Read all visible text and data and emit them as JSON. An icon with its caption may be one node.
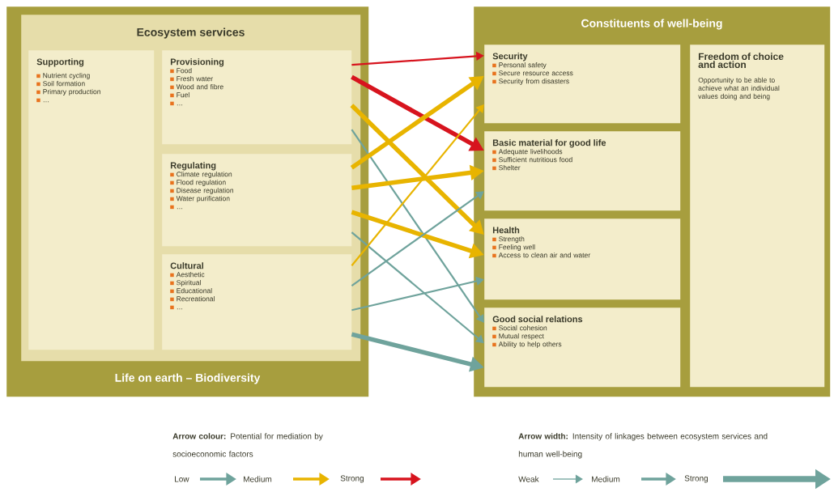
{
  "diagram": {
    "nodes": [
      {
        "text": [
          "Life on earth – Biodiversity"
        ]
      },
      {
        "text": [
          "Ecosystem services"
        ],
        "in": 0
      },
      {
        "text": [
          "Supporting",
          "Nutrient cycling",
          "Soil formation",
          "Primary production",
          "…"
        ],
        "in": 1
      },
      {
        "text": [
          "Provisioning",
          "Food",
          "Fresh water",
          "Wood and fibre",
          "Fuel",
          "…"
        ],
        "in": 1
      },
      {
        "text": [
          "Regulating",
          "Climate regulation",
          "Flood regulation",
          "Disease regulation",
          "Water purification",
          "…"
        ],
        "in": 1
      },
      {
        "text": [
          "Cultural",
          "Aesthetic",
          "Spiritual",
          "Educational",
          "Recreational",
          "…"
        ],
        "in": 1
      },
      {
        "text": [
          "Constituents of well-being"
        ]
      },
      {
        "text": [
          "Security",
          "Personal safety",
          "Secure resource access",
          "Security from disasters"
        ],
        "in": 6
      },
      {
        "text": [
          "Basic material for good life",
          "Adequate livelihoods",
          "Sufficient nutritious food",
          "Shelter"
        ],
        "in": 6
      },
      {
        "text": [
          "Health",
          "Strength",
          "Feeling well",
          "Access to clean air and water"
        ],
        "in": 6
      },
      {
        "text": [
          "Good social relations",
          "Social cohesion",
          "Mutual respect",
          "Ability to help others"
        ],
        "in": 6
      },
      {
        "text": [
          "Freedom of choice and action",
          "Opportunity to be able to achieve what an individual values doing and being"
        ],
        "in": 6
      }
    ],
    "edges": [
      {
        "from": 3,
        "to": 7,
        "arrow": "to",
        "color": "#d7141e"
      },
      {
        "from": 3,
        "to": 8,
        "arrow": "to",
        "color": "#d7141e",
        "style": "thick"
      },
      {
        "from": 3,
        "to": 9,
        "arrow": "to",
        "color": "#e8b400",
        "style": "thick"
      },
      {
        "from": 3,
        "to": 10,
        "arrow": "to",
        "color": "#6fa39c"
      },
      {
        "from": 4,
        "to": 7,
        "arrow": "to",
        "color": "#e8b400",
        "style": "thick"
      },
      {
        "from": 4,
        "to": 8,
        "arrow": "to",
        "color": "#e8b400",
        "style": "thick"
      },
      {
        "from": 4,
        "to": 9,
        "arrow": "to",
        "color": "#e8b400",
        "style": "thick"
      },
      {
        "from": 4,
        "to": 10,
        "arrow": "to",
        "color": "#6fa39c"
      },
      {
        "from": 5,
        "to": 7,
        "arrow": "to",
        "color": "#e8b400"
      },
      {
        "from": 5,
        "to": 8,
        "arrow": "to",
        "color": "#6fa39c"
      },
      {
        "from": 5,
        "to": 9,
        "arrow": "to",
        "color": "#6fa39c"
      },
      {
        "from": 5,
        "to": 10,
        "arrow": "to",
        "color": "#6fa39c",
        "style": "thick"
      }
    ],
    "labels": [
      "**Arrow colour:** Potential for mediation by socioeconomic factors",
      "**Arrow width:** Intensity of linkages between ecosystem services and human well-being"
    ],
    "legend": [
      {
        "text": "Low",
        "color": "#6fa39c"
      },
      {
        "text": "Medium",
        "color": "#e8b400"
      },
      {
        "text": "Strong",
        "color": "#d7141e"
      },
      {
        "text": "Weak"
      },
      {
        "text": "Medium"
      },
      {
        "text": "Strong"
      }
    ]
  }
}
